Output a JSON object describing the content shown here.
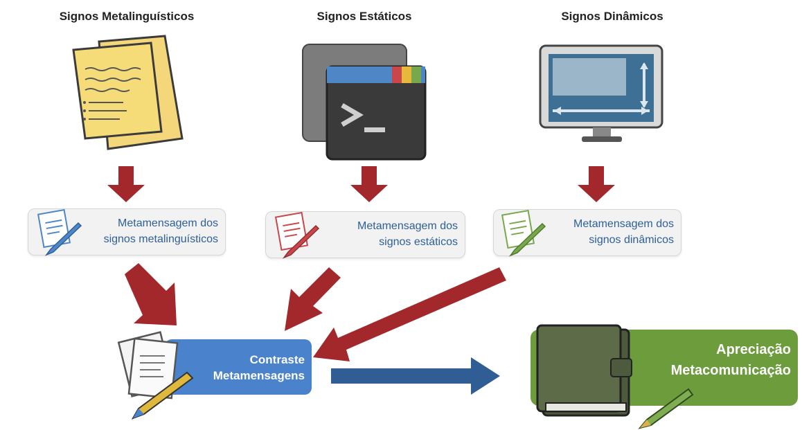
{
  "columns": [
    {
      "title": "Signos Metalinguísticos",
      "icon": "paper-notes-icon",
      "message": [
        "Metamensagem dos",
        "signos metalinguísticos"
      ],
      "accent": "#4f86c6"
    },
    {
      "title": "Signos Estáticos",
      "icon": "terminal-window-icon",
      "message": [
        "Metamensagem dos",
        "signos estáticos"
      ],
      "accent": "#c9474b"
    },
    {
      "title": "Signos Dinâmicos",
      "icon": "monitor-icon",
      "message": [
        "Metamensagem dos",
        "signos dinâmicos"
      ],
      "accent": "#78a84c"
    }
  ],
  "contrast": {
    "line1": "Contraste",
    "line2": "Metamensagens",
    "color": "#4a83cc",
    "icon": "documents-pen-icon"
  },
  "appreciation": {
    "line1": "Apreciação",
    "line2": "Metacomunicação",
    "color": "#6c9c3c",
    "icon": "notebook-pen-icon"
  },
  "colors": {
    "arrow_red": "#a3282c",
    "arrow_blue": "#2f5d94"
  }
}
